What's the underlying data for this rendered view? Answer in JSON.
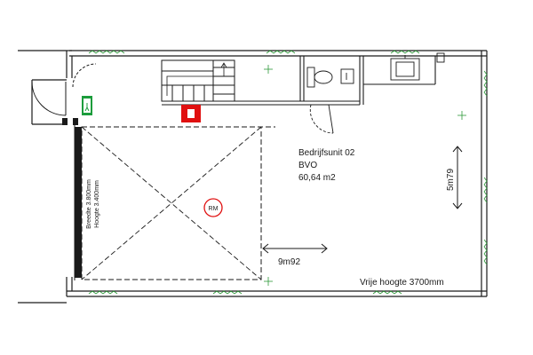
{
  "unit": {
    "name": "Bedrijfsunit 02",
    "area_type": "BVO",
    "area": "60,64 m2"
  },
  "dimensions": {
    "width_label": "9m92",
    "depth_label": "5m79",
    "clear_height": "Vrije hoogte 3700mm"
  },
  "door": {
    "width_label": "Breedte 3.800mm",
    "height_label": "Hoogte 3.400mm"
  },
  "symbols": {
    "roller_door_marker": "RM"
  },
  "colors": {
    "wall": "#1a1a1a",
    "insulation": "#2e9a3a",
    "fire_hose": "#e01010",
    "exit_sign": "#1c9c3c"
  }
}
